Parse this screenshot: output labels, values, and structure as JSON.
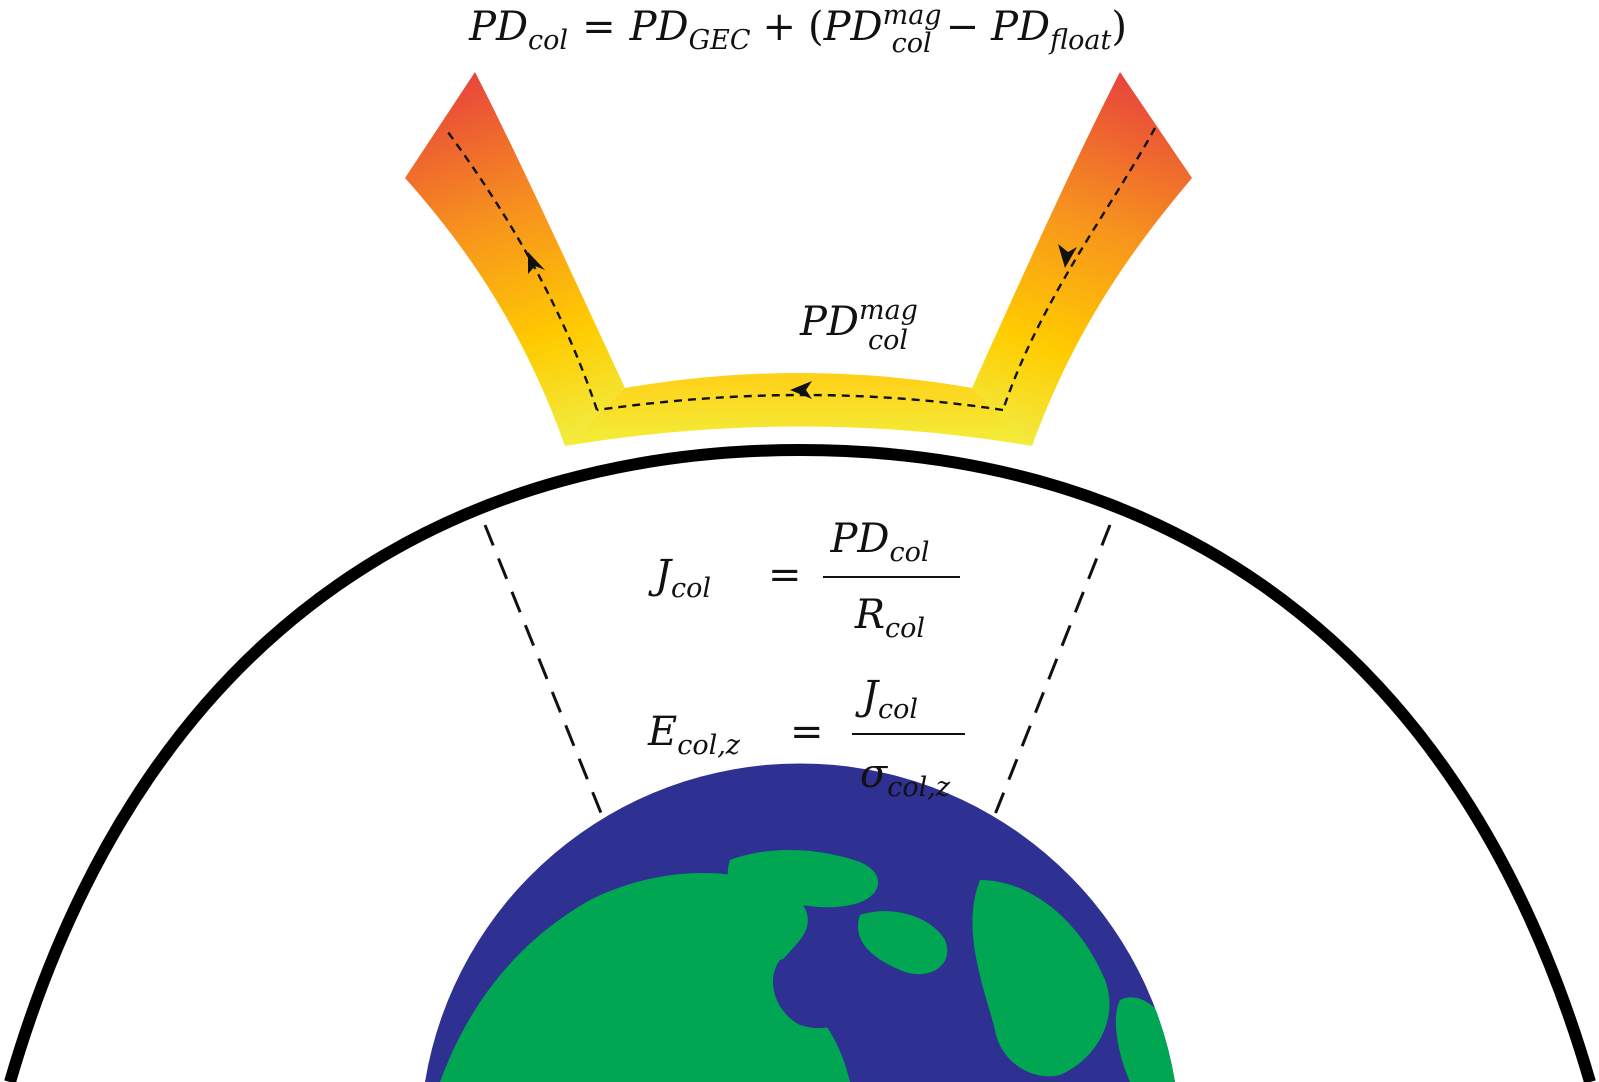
{
  "colors": {
    "background": "#ffffff",
    "ink": "#111111",
    "ocean": "#2e3192",
    "land": "#00a651",
    "gradient_top": "#e8453c",
    "gradient_mid": "#f7941d",
    "gradient_low": "#ffcc00",
    "gradient_bottom": "#f2e93a"
  },
  "equations": {
    "top": {
      "lhs_base": "PD",
      "lhs_sub": "col",
      "equals": "=",
      "term1_base": "PD",
      "term1_sub": "GEC",
      "plus": "+",
      "open_paren": "(",
      "term2_base": "PD",
      "term2_sup": "mag",
      "term2_sub": "col",
      "minus": "−",
      "term3_base": "PD",
      "term3_sub": "float",
      "close_paren": ")"
    },
    "mag_label": {
      "base": "PD",
      "sup": "mag",
      "sub": "col"
    },
    "current": {
      "lhs_base": "J",
      "lhs_sub": "col",
      "equals": "=",
      "num_base": "PD",
      "num_sub": "col",
      "den_base": "R",
      "den_sub": "col"
    },
    "field": {
      "lhs_base": "E",
      "lhs_sub": "col,z",
      "equals": "=",
      "num_base": "J",
      "num_sub": "col",
      "den_base": "σ",
      "den_sub": "col,z"
    }
  },
  "icons": {
    "flow_arrow": "arrowhead-icon",
    "earth": "earth-globe-icon"
  }
}
